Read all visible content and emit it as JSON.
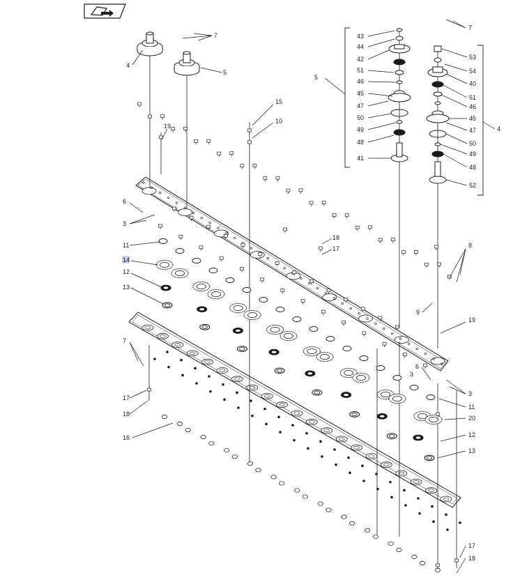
{
  "toolbar": {
    "icon": "book-arrow-icon"
  },
  "colors": {
    "line": "#1a1a1a",
    "highlight": "#c9d3f2",
    "bg": "#ffffff"
  },
  "callouts": [
    {
      "id": "c-4-left",
      "text": "4"
    },
    {
      "id": "c-5-left",
      "text": "5"
    },
    {
      "id": "c-7-top",
      "text": "7"
    },
    {
      "id": "c-19-left",
      "text": "19"
    },
    {
      "id": "c-15",
      "text": "15"
    },
    {
      "id": "c-10",
      "text": "10"
    },
    {
      "id": "c-6-left",
      "text": "6"
    },
    {
      "id": "c-3-left",
      "text": "3"
    },
    {
      "id": "c-11-left",
      "text": "11"
    },
    {
      "id": "c-14",
      "text": "14"
    },
    {
      "id": "c-12-left",
      "text": "12"
    },
    {
      "id": "c-13-left",
      "text": "13"
    },
    {
      "id": "c-7-left",
      "text": "7"
    },
    {
      "id": "c-17-left",
      "text": "17"
    },
    {
      "id": "c-18-left",
      "text": "18"
    },
    {
      "id": "c-16",
      "text": "16"
    },
    {
      "id": "c-18-mid",
      "text": "18"
    },
    {
      "id": "c-17-mid",
      "text": "17"
    },
    {
      "id": "c-43",
      "text": "43"
    },
    {
      "id": "c-44",
      "text": "44"
    },
    {
      "id": "c-42",
      "text": "42"
    },
    {
      "id": "c-51-a",
      "text": "51"
    },
    {
      "id": "c-46-a",
      "text": "46"
    },
    {
      "id": "c-45-a",
      "text": "45"
    },
    {
      "id": "c-47-a",
      "text": "47"
    },
    {
      "id": "c-50-a",
      "text": "50"
    },
    {
      "id": "c-49-a",
      "text": "49"
    },
    {
      "id": "c-48-a",
      "text": "48"
    },
    {
      "id": "c-41",
      "text": "41"
    },
    {
      "id": "c-5-group",
      "text": "5"
    },
    {
      "id": "c-7-right",
      "text": "7"
    },
    {
      "id": "c-53",
      "text": "53"
    },
    {
      "id": "c-54",
      "text": "54"
    },
    {
      "id": "c-40",
      "text": "40"
    },
    {
      "id": "c-51-b",
      "text": "51"
    },
    {
      "id": "c-46-b",
      "text": "46"
    },
    {
      "id": "c-45-b",
      "text": "45"
    },
    {
      "id": "c-47-b",
      "text": "47"
    },
    {
      "id": "c-50-b",
      "text": "50"
    },
    {
      "id": "c-49-b",
      "text": "49"
    },
    {
      "id": "c-48-b",
      "text": "48"
    },
    {
      "id": "c-52",
      "text": "52"
    },
    {
      "id": "c-4-group",
      "text": "4"
    },
    {
      "id": "c-8",
      "text": "8"
    },
    {
      "id": "c-9",
      "text": "9"
    },
    {
      "id": "c-19-right",
      "text": "19"
    },
    {
      "id": "c-6-right",
      "text": "6"
    },
    {
      "id": "c-3-right-a",
      "text": "3"
    },
    {
      "id": "c-3-right-b",
      "text": "3"
    },
    {
      "id": "c-11-right",
      "text": "11"
    },
    {
      "id": "c-20",
      "text": "20"
    },
    {
      "id": "c-12-right",
      "text": "12"
    },
    {
      "id": "c-13-right",
      "text": "13"
    },
    {
      "id": "c-17-right",
      "text": "17"
    },
    {
      "id": "c-18-right",
      "text": "18"
    }
  ]
}
